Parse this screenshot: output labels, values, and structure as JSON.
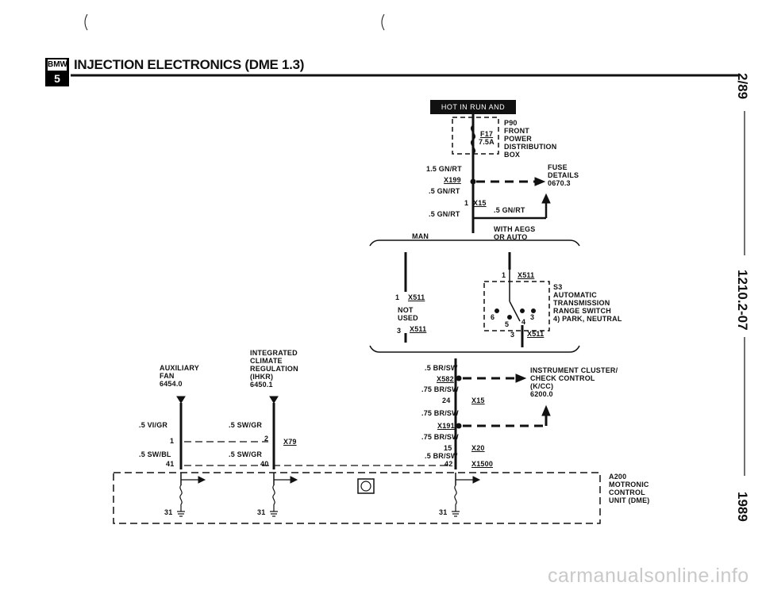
{
  "header": {
    "logo_top": "BMW",
    "logo_bottom": "5",
    "title": "INJECTION ELECTRONICS (DME 1.3)"
  },
  "side": {
    "date": "2/89",
    "page": "1210.2-07",
    "year": "1989"
  },
  "banner": "HOT IN RUN AND START",
  "fuse_box": {
    "id": "P90",
    "desc": [
      "FRONT",
      "POWER",
      "DISTRIBUTION",
      "BOX"
    ],
    "fuse": "F17",
    "rating": "7.5A"
  },
  "fuse_details": [
    "FUSE",
    "DETAILS",
    "0670.3"
  ],
  "wires": {
    "w1": "1.5 GN/RT",
    "w2": ".5 GN/RT",
    "w3": ".5 GN/RT",
    "w4": ".5 GN/RT",
    "brsw1": ".5 BR/SW",
    "brsw2": ".75 BR/SW",
    "brsw3": ".75 BR/SW",
    "brsw4": ".75 BR/SW",
    "brsw5": ".5 BR/SW",
    "vigr": ".5 VI/GR",
    "swbl": ".5 SW/BL",
    "swgr1": ".5 SW/GR",
    "swgr2": ".5 SW/GR"
  },
  "connectors": {
    "x199": "X199",
    "x15a": "X15",
    "x15a_pin": "1",
    "x511a": "X511",
    "x511a_pin": "1",
    "x511b": "X511",
    "x511b_pin": "1",
    "x511c": "X511",
    "x511c_pin": "3",
    "x511d": "X511",
    "x511d_pin": "3",
    "x582": "X582",
    "x15b": "X15",
    "x15b_pin": "24",
    "x191": "X191",
    "x20": "X20",
    "x20_pin": "15",
    "x1500": "X1500",
    "x1500_pin": "42",
    "x79": "X79",
    "x79_pin_a": "1",
    "x79_pin_b": "2",
    "pin41": "41",
    "pin40": "40"
  },
  "branches": {
    "man": "MAN",
    "auto_1": "WITH AEGS",
    "auto_2": "OR AUTO",
    "not_used_1": "NOT",
    "not_used_2": "USED"
  },
  "switch_s3": {
    "id": "S3",
    "desc": [
      "AUTOMATIC",
      "TRANSMISSION",
      "RANGE SWITCH",
      "4) PARK, NEUTRAL"
    ],
    "pin6": "6",
    "pin5": "5",
    "pin4": "4",
    "pin3": "3"
  },
  "instrument": [
    "INSTRUMENT CLUSTER/",
    "CHECK CONTROL",
    "(K/CC)",
    "6200.0"
  ],
  "aux_fan": [
    "AUXILIARY",
    "FAN",
    "6454.0"
  ],
  "climate": [
    "INTEGRATED",
    "CLIMATE",
    "REGULATION",
    "(IHKR)",
    "6450.1"
  ],
  "control_unit": [
    "A200",
    "MOTRONIC",
    "CONTROL",
    "UNIT (DME)"
  ],
  "grounds": {
    "g1": "31",
    "g2": "31",
    "g3": "31"
  },
  "watermark": "carmanualsonline.info"
}
